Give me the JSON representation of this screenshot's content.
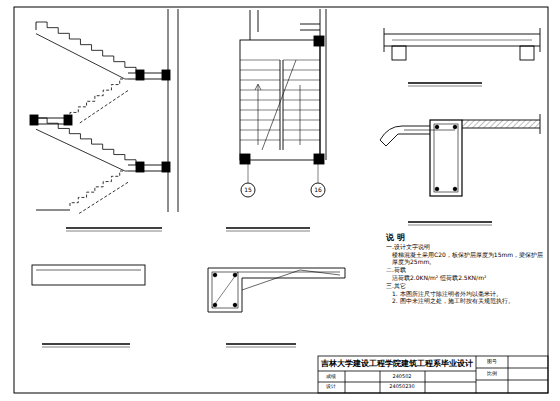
{
  "diagram": {
    "labels": [
      "说 明",
      "一.设计文字说明",
      "楼梯混凝土采用C20，板保护层厚度为15mm，梁保护层厚度为25mm。",
      "二.荷载",
      "活荷载2.0KN/m²     恒荷载2.5KN/m²",
      "三.其它",
      "1. 本图所注尺寸除注明者外均以毫米计。",
      "2. 图中未注明之处，施工时按有关规范执行。",
      "15",
      "16",
      "吉林大学建设工程学院建筑工程系毕业设计",
      "设计",
      "240502",
      "图号",
      "成绩",
      "24050230",
      "比例"
    ]
  }
}
